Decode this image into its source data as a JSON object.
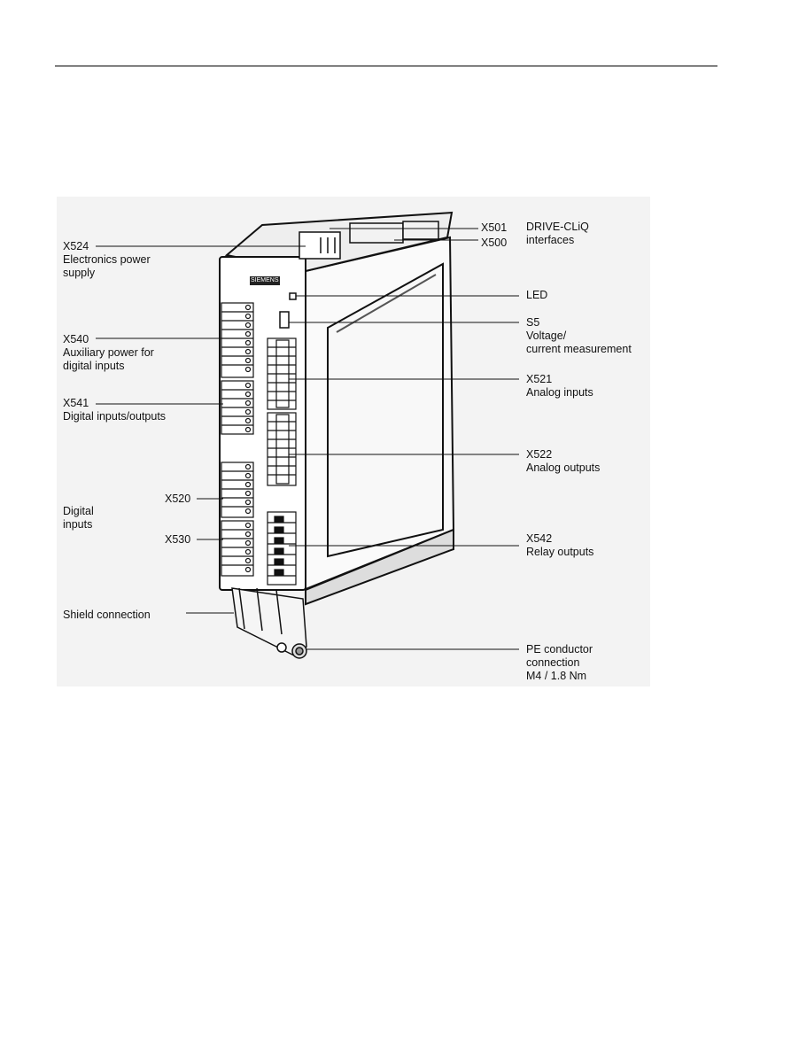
{
  "diagram": {
    "device_logo": "SIEMENS",
    "labels": {
      "x501": "X501",
      "x500": "X500",
      "drive_cliq": "DRIVE-CLiQ\ninterfaces",
      "x524": "X524\nElectronics power\nsupply",
      "led": "LED",
      "s5": "S5\nVoltage/\ncurrent measurement",
      "x540": "X540\nAuxiliary power for\ndigital inputs",
      "x521": "X521\nAnalog inputs",
      "x541": "X541\nDigital inputs/outputs",
      "x522": "X522\nAnalog outputs",
      "x520": "X520",
      "digital_inputs": "Digital\ninputs",
      "x530": "X530",
      "x542": "X542\nRelay outputs",
      "shield": "Shield connection",
      "pe": "PE conductor\nconnection\nM4 / 1.8 Nm"
    }
  }
}
